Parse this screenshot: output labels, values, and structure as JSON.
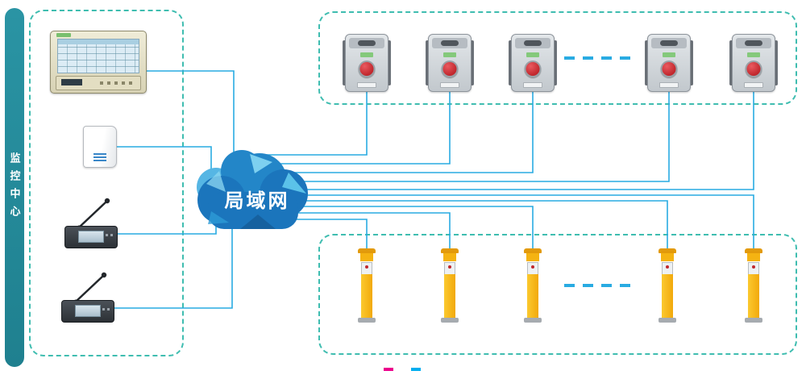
{
  "labels": {
    "monitoring_center": "监控中心",
    "lan_cloud": "局域网"
  },
  "groups": {
    "control_center": {
      "devices": [
        {
          "icon": "control-console-monitor-icon"
        },
        {
          "icon": "wall-speaker-icon"
        },
        {
          "icon": "paging-mic-console-icon"
        },
        {
          "icon": "paging-mic-console-icon"
        }
      ]
    },
    "intercom_terminals": {
      "count": 5,
      "icon": "wall-intercom-terminal-icon",
      "more_indicator": "dashes"
    },
    "emergency_poles": {
      "count": 5,
      "icon": "emergency-call-pole-icon",
      "more_indicator": "dashes"
    }
  },
  "colors": {
    "connection_line": "#29abe2",
    "dashed_border": "#3fbdb0",
    "sidebar": "#1f808f",
    "cloud_dark": "#1b75bc",
    "cloud_mid": "#2386c8",
    "cloud_light": "#56b6e4",
    "pole_yellow": "#f2a90b",
    "call_button_red": "#c1272d",
    "mark_magenta": "#ec008c",
    "mark_cyan": "#00aeef"
  }
}
